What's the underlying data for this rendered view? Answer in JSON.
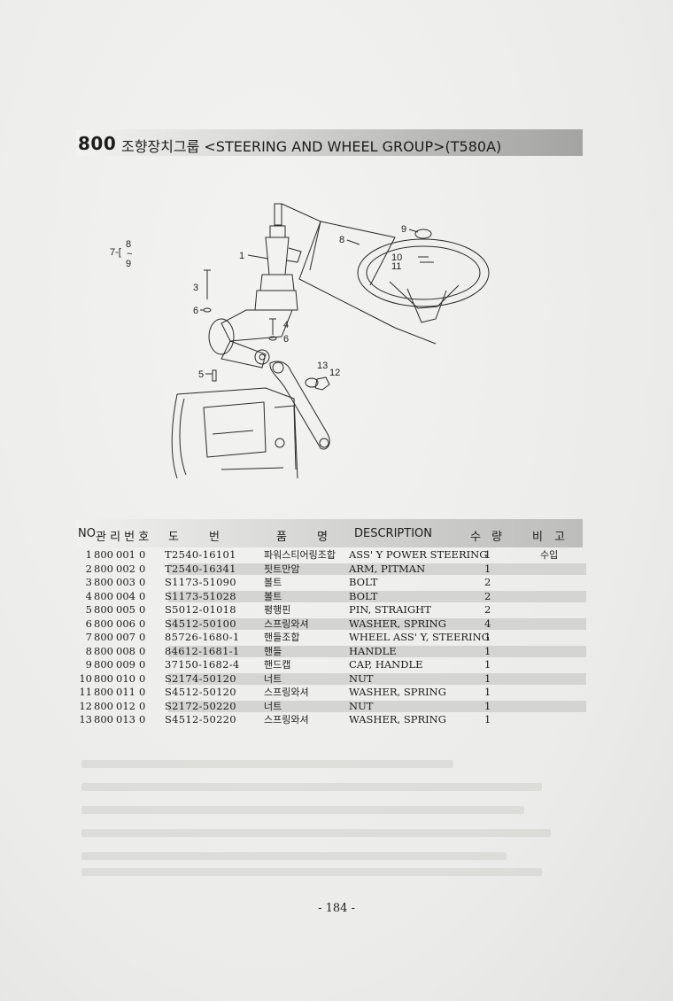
{
  "header": {
    "number": "800",
    "title": "조향장치그룹 <STEERING AND WHEEL GROUP>(T580A)"
  },
  "callouts": {
    "bracket_left": "7-[",
    "bracket_8": "8",
    "bracket_tilde": "~",
    "bracket_9": "9",
    "c1": "1",
    "c3": "3",
    "c6a": "6",
    "c4": "4",
    "c6b": "6",
    "c5": "5",
    "c13": "13",
    "c12": "12",
    "c8": "8",
    "c9": "9",
    "c10": "10",
    "c11": "11"
  },
  "columns": {
    "no": "NO",
    "mgmt": "관 리 번 호",
    "drawing_1": "도",
    "drawing_2": "번",
    "name_1": "품",
    "name_2": "명",
    "description": "DESCRIPTION",
    "qty_1": "수",
    "qty_2": "량",
    "remark_1": "비",
    "remark_2": "고"
  },
  "parts": [
    {
      "no": "1",
      "grp": "800",
      "seq": "001",
      "v": "0",
      "part": "T2540-16101",
      "kr": "파워스티어링조합",
      "desc": "ASS' Y POWER STEERING",
      "qty": "1",
      "remark": "수입"
    },
    {
      "no": "2",
      "grp": "800",
      "seq": "002",
      "v": "0",
      "part": "T2540-16341",
      "kr": "핏트만암",
      "desc": "ARM, PITMAN",
      "qty": "1",
      "remark": ""
    },
    {
      "no": "3",
      "grp": "800",
      "seq": "003",
      "v": "0",
      "part": "S1173-51090",
      "kr": "볼트",
      "desc": "BOLT",
      "qty": "2",
      "remark": ""
    },
    {
      "no": "4",
      "grp": "800",
      "seq": "004",
      "v": "0",
      "part": "S1173-51028",
      "kr": "볼트",
      "desc": "BOLT",
      "qty": "2",
      "remark": ""
    },
    {
      "no": "5",
      "grp": "800",
      "seq": "005",
      "v": "0",
      "part": "S5012-01018",
      "kr": "평행핀",
      "desc": "PIN, STRAIGHT",
      "qty": "2",
      "remark": ""
    },
    {
      "no": "6",
      "grp": "800",
      "seq": "006",
      "v": "0",
      "part": "S4512-50100",
      "kr": "스프링와셔",
      "desc": "WASHER, SPRING",
      "qty": "4",
      "remark": ""
    },
    {
      "no": "7",
      "grp": "800",
      "seq": "007",
      "v": "0",
      "part": "85726-1680-1",
      "kr": "핸들조합",
      "desc": "WHEEL ASS' Y, STEERING",
      "qty": "1",
      "remark": ""
    },
    {
      "no": "8",
      "grp": "800",
      "seq": "008",
      "v": "0",
      "part": "84612-1681-1",
      "kr": "핸들",
      "desc": "HANDLE",
      "qty": "1",
      "remark": ""
    },
    {
      "no": "9",
      "grp": "800",
      "seq": "009",
      "v": "0",
      "part": "37150-1682-4",
      "kr": "핸드캡",
      "desc": "CAP, HANDLE",
      "qty": "1",
      "remark": ""
    },
    {
      "no": "10",
      "grp": "800",
      "seq": "010",
      "v": "0",
      "part": "S2174-50120",
      "kr": "너트",
      "desc": "NUT",
      "qty": "1",
      "remark": ""
    },
    {
      "no": "11",
      "grp": "800",
      "seq": "011",
      "v": "0",
      "part": "S4512-50120",
      "kr": "스프링와셔",
      "desc": "WASHER, SPRING",
      "qty": "1",
      "remark": ""
    },
    {
      "no": "12",
      "grp": "800",
      "seq": "012",
      "v": "0",
      "part": "S2172-50220",
      "kr": "너트",
      "desc": "NUT",
      "qty": "1",
      "remark": ""
    },
    {
      "no": "13",
      "grp": "800",
      "seq": "013",
      "v": "0",
      "part": "S4512-50220",
      "kr": "스프링와셔",
      "desc": "WASHER, SPRING",
      "qty": "1",
      "remark": ""
    }
  ],
  "page_number": "- 184 -"
}
